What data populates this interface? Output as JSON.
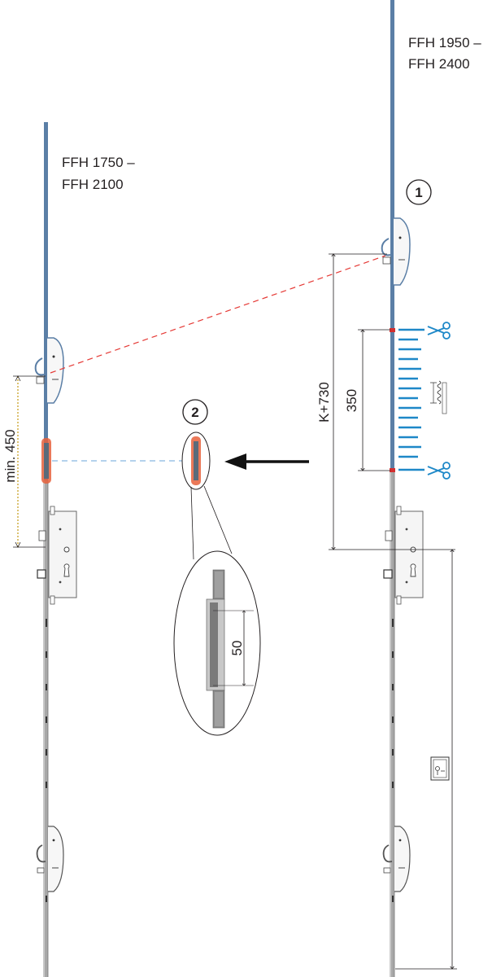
{
  "labels": {
    "range_right_line1": "FFH 1950 –",
    "range_right_line2": "FFH 2400",
    "range_left_line1": "FFH 1750 –",
    "range_left_line2": "FFH 2100",
    "step_1": "1",
    "step_2": "2",
    "dim_min": "min. 450",
    "dim_k": "K+730",
    "dim_350": "350",
    "dim_50": "50"
  },
  "colors": {
    "rail_blue": "#5b7fa6",
    "rail_gray": "#9a9a9a",
    "cut_scale": "#1e88c8",
    "highlight": "#e8623c",
    "dashed_red": "#e53935",
    "dashed_blue": "#9cc3e6",
    "dim_line": "#231f20",
    "dim_yellow": "#c9a227"
  },
  "icons": {
    "scissors": "scissors-icon",
    "arrow": "arrow-left-icon",
    "step_marker": "circled-number"
  }
}
